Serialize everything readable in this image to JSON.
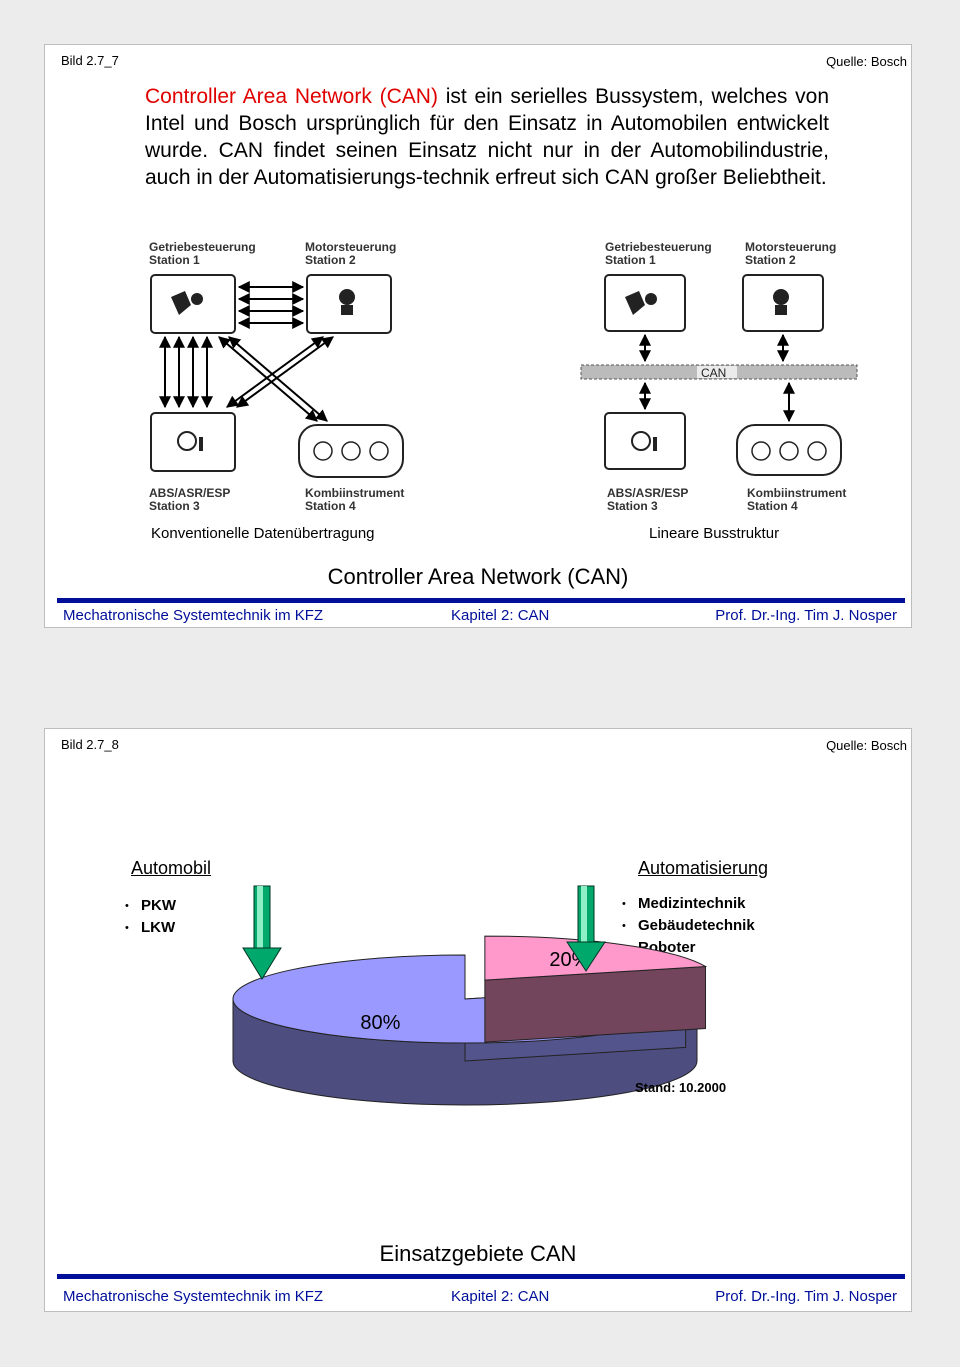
{
  "slide1": {
    "bild": "Bild 2.7_7",
    "quelle": "Quelle: Bosch",
    "intro_highlight": "Controller Area Network (CAN)",
    "intro_rest": " ist ein serielles Bussystem, welches von Intel und Bosch ursprünglich für den Einsatz in Automobilen entwickelt wurde. CAN findet seinen Einsatz nicht nur in der Automobilindustrie, auch in der Automatisierungs-technik erfreut sich CAN großer Beliebtheit.",
    "diagram": {
      "station1": [
        "Getriebesteuerung",
        "Station 1"
      ],
      "station2": [
        "Motorsteuerung",
        "Station 2"
      ],
      "station3": [
        "ABS/ASR/ESP",
        "Station 3"
      ],
      "station4": [
        "Kombiinstrument",
        "Station 4"
      ],
      "bus_label": "CAN"
    },
    "label_left": "Konventionelle Datenübertragung",
    "label_right": "Lineare Busstruktur",
    "title": "Controller Area Network (CAN)",
    "footer": {
      "left": "Mechatronische Systemtechnik im KFZ",
      "center": "Kapitel 2: CAN",
      "right": "Prof. Dr.-Ing. Tim J. Nosper"
    }
  },
  "slide2": {
    "bild": "Bild 2.7_8",
    "quelle": "Quelle: Bosch",
    "left_heading": "Automobil",
    "left_items": [
      "PKW",
      "LKW"
    ],
    "right_heading": "Automatisierung",
    "right_items": [
      "Medizintechnik",
      "Gebäudetechnik",
      "Roboter"
    ],
    "stand": "Stand: 10.2000",
    "title": "Einsatzgebiete CAN",
    "footer": {
      "left": "Mechatronische Systemtechnik im KFZ",
      "center": "Kapitel 2: CAN",
      "right": "Prof. Dr.-Ing. Tim J. Nosper"
    }
  },
  "chart_data": {
    "type": "pie",
    "categories": [
      "Automobil",
      "Automatisierung"
    ],
    "values": [
      80,
      20
    ],
    "labels": [
      "80%",
      "20%"
    ],
    "colors": [
      "#9999ff",
      "#ff99cc"
    ]
  }
}
